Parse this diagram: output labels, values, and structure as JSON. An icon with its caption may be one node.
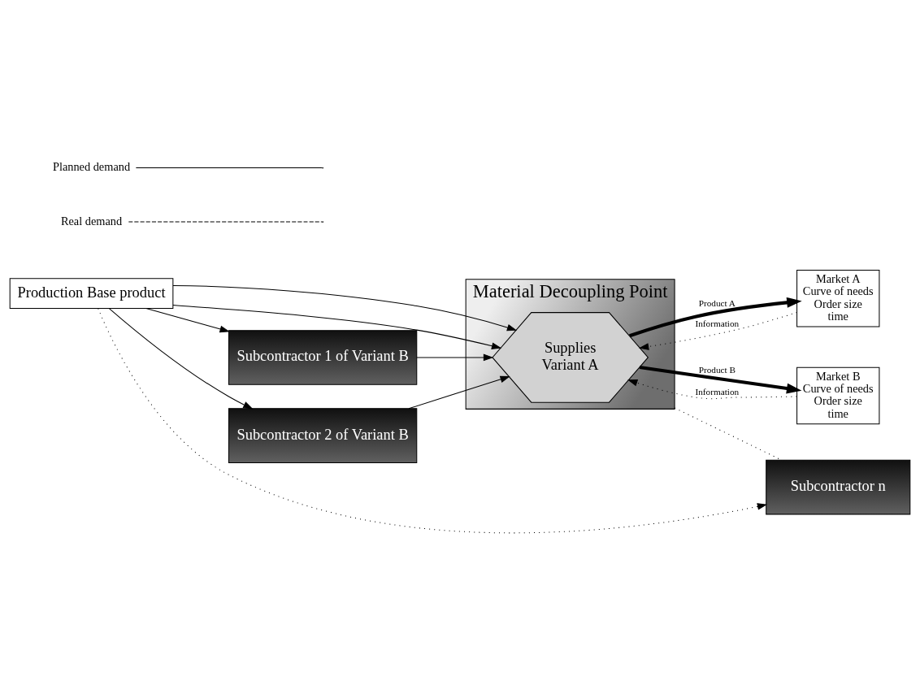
{
  "diagram": {
    "nodes": [
      {
        "text": [
          "Material Decoupling Point"
        ]
      },
      {
        "text": [
          "Production Base product"
        ]
      },
      {
        "text": [
          "Supplies",
          "Variant A"
        ],
        "in": 0
      },
      {
        "text": [
          "Market A",
          "Curve of needs",
          "Order size",
          "time"
        ]
      },
      {
        "text": [
          "Market B",
          "Curve of needs",
          "Order size",
          "time"
        ]
      },
      {
        "text": [
          "Subcontractor 1 of Variant B"
        ]
      },
      {
        "text": [
          "Subcontractor 2 of Variant B"
        ]
      },
      {
        "text": [
          "Subcontractor n"
        ]
      }
    ],
    "edges": [
      {
        "from": 1,
        "to": 2,
        "arrow": "to"
      },
      {
        "from": 1,
        "to": 2,
        "arrow": "to"
      },
      {
        "from": 2,
        "to": 3,
        "arrow": "to",
        "label": "Product A",
        "style": "thick"
      },
      {
        "from": 2,
        "to": 4,
        "arrow": "to",
        "label": "Product B",
        "style": "thick"
      },
      {
        "from": 3,
        "to": 2,
        "arrow": "to",
        "label": "Information",
        "style": "dashed"
      },
      {
        "from": 4,
        "to": 2,
        "arrow": "to",
        "label": "Information",
        "style": "dashed"
      },
      {
        "from": 1,
        "to": 5,
        "arrow": "to"
      },
      {
        "from": 1,
        "to": 6,
        "arrow": "to"
      },
      {
        "from": 5,
        "to": 2,
        "arrow": "to"
      },
      {
        "from": 6,
        "to": 2,
        "arrow": "to"
      },
      {
        "from": 1,
        "to": 7,
        "arrow": "to",
        "style": "dashed"
      },
      {
        "from": 0,
        "to": 7,
        "arrow": "none",
        "style": "dashed"
      }
    ],
    "legend": [
      {
        "text": "Planned demand"
      },
      {
        "text": "Real demand"
      }
    ]
  }
}
